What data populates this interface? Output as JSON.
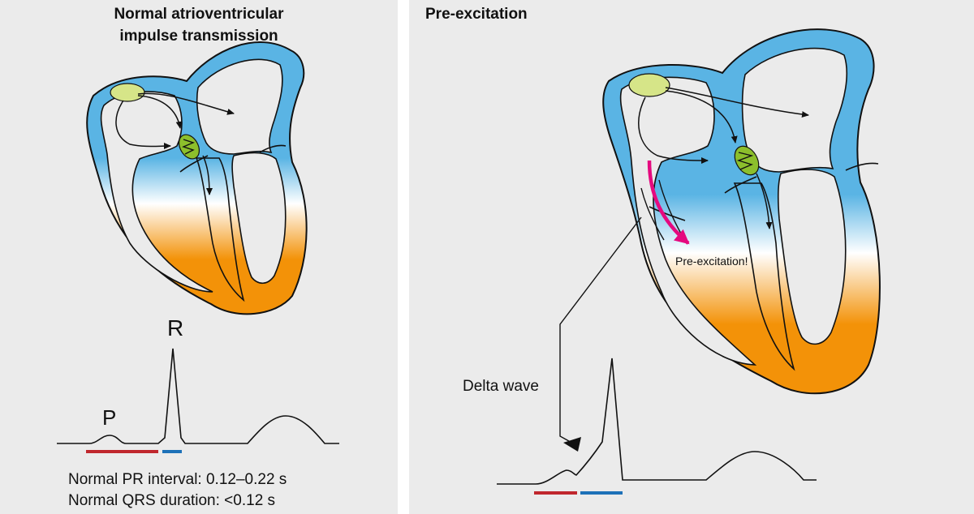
{
  "left_panel": {
    "title_line1": "Normal atrioventricular",
    "title_line2": "impulse transmission",
    "ecg_labels": {
      "p": "P",
      "r": "R"
    },
    "pr_text": "Normal PR interval: 0.12–0.22 s",
    "qrs_text": "Normal QRS duration: <0.12 s"
  },
  "right_panel": {
    "title": "Pre-excitation",
    "pathway_label": "Pre-excitation!",
    "delta_label": "Delta wave"
  },
  "colors": {
    "panel_bg": "#ebebeb",
    "atria_blue": "#5ab4e4",
    "ventricle_orange": "#f39208",
    "sa_node": "#d6e588",
    "av_node": "#8cbf2c",
    "accessory_pathway": "#e5097f",
    "pr_bar": "#c0272d",
    "qrs_bar": "#1d71b8"
  }
}
